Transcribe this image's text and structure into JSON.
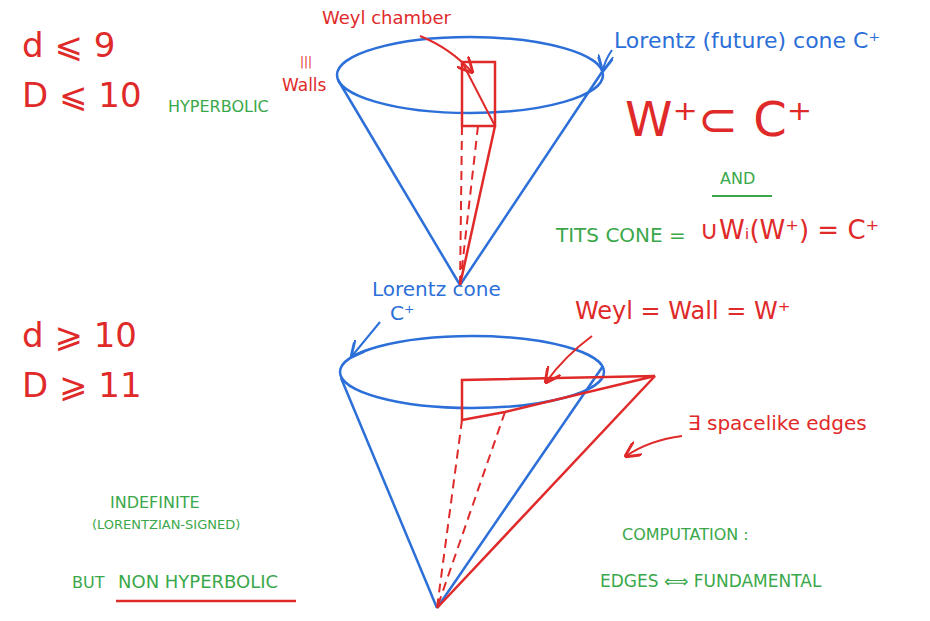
{
  "diagram": {
    "labels": [
      "d ⩽ 9",
      "D ⩽ 10",
      "Weyl chamber",
      "|||",
      "Walls",
      "Lorentz (future) cone C⁺",
      "W⁺⊂ C⁺",
      "HYPERBOLIC",
      "AND",
      "TITS CONE =",
      "∪Wᵢ(W⁺) = C⁺",
      "d ⩾ 10",
      "D ⩾ 11",
      "Lorentz cone",
      "C⁺",
      "Weyl = Wall = W⁺",
      "∃ spacelike edges",
      "INDEFINITE",
      "(LORENTZIAN-SIGNED)",
      "BUT",
      "NON HYPERBOLIC",
      "COMPUTATION :",
      "EDGES ⟺ FUNDAMENTAL"
    ]
  }
}
